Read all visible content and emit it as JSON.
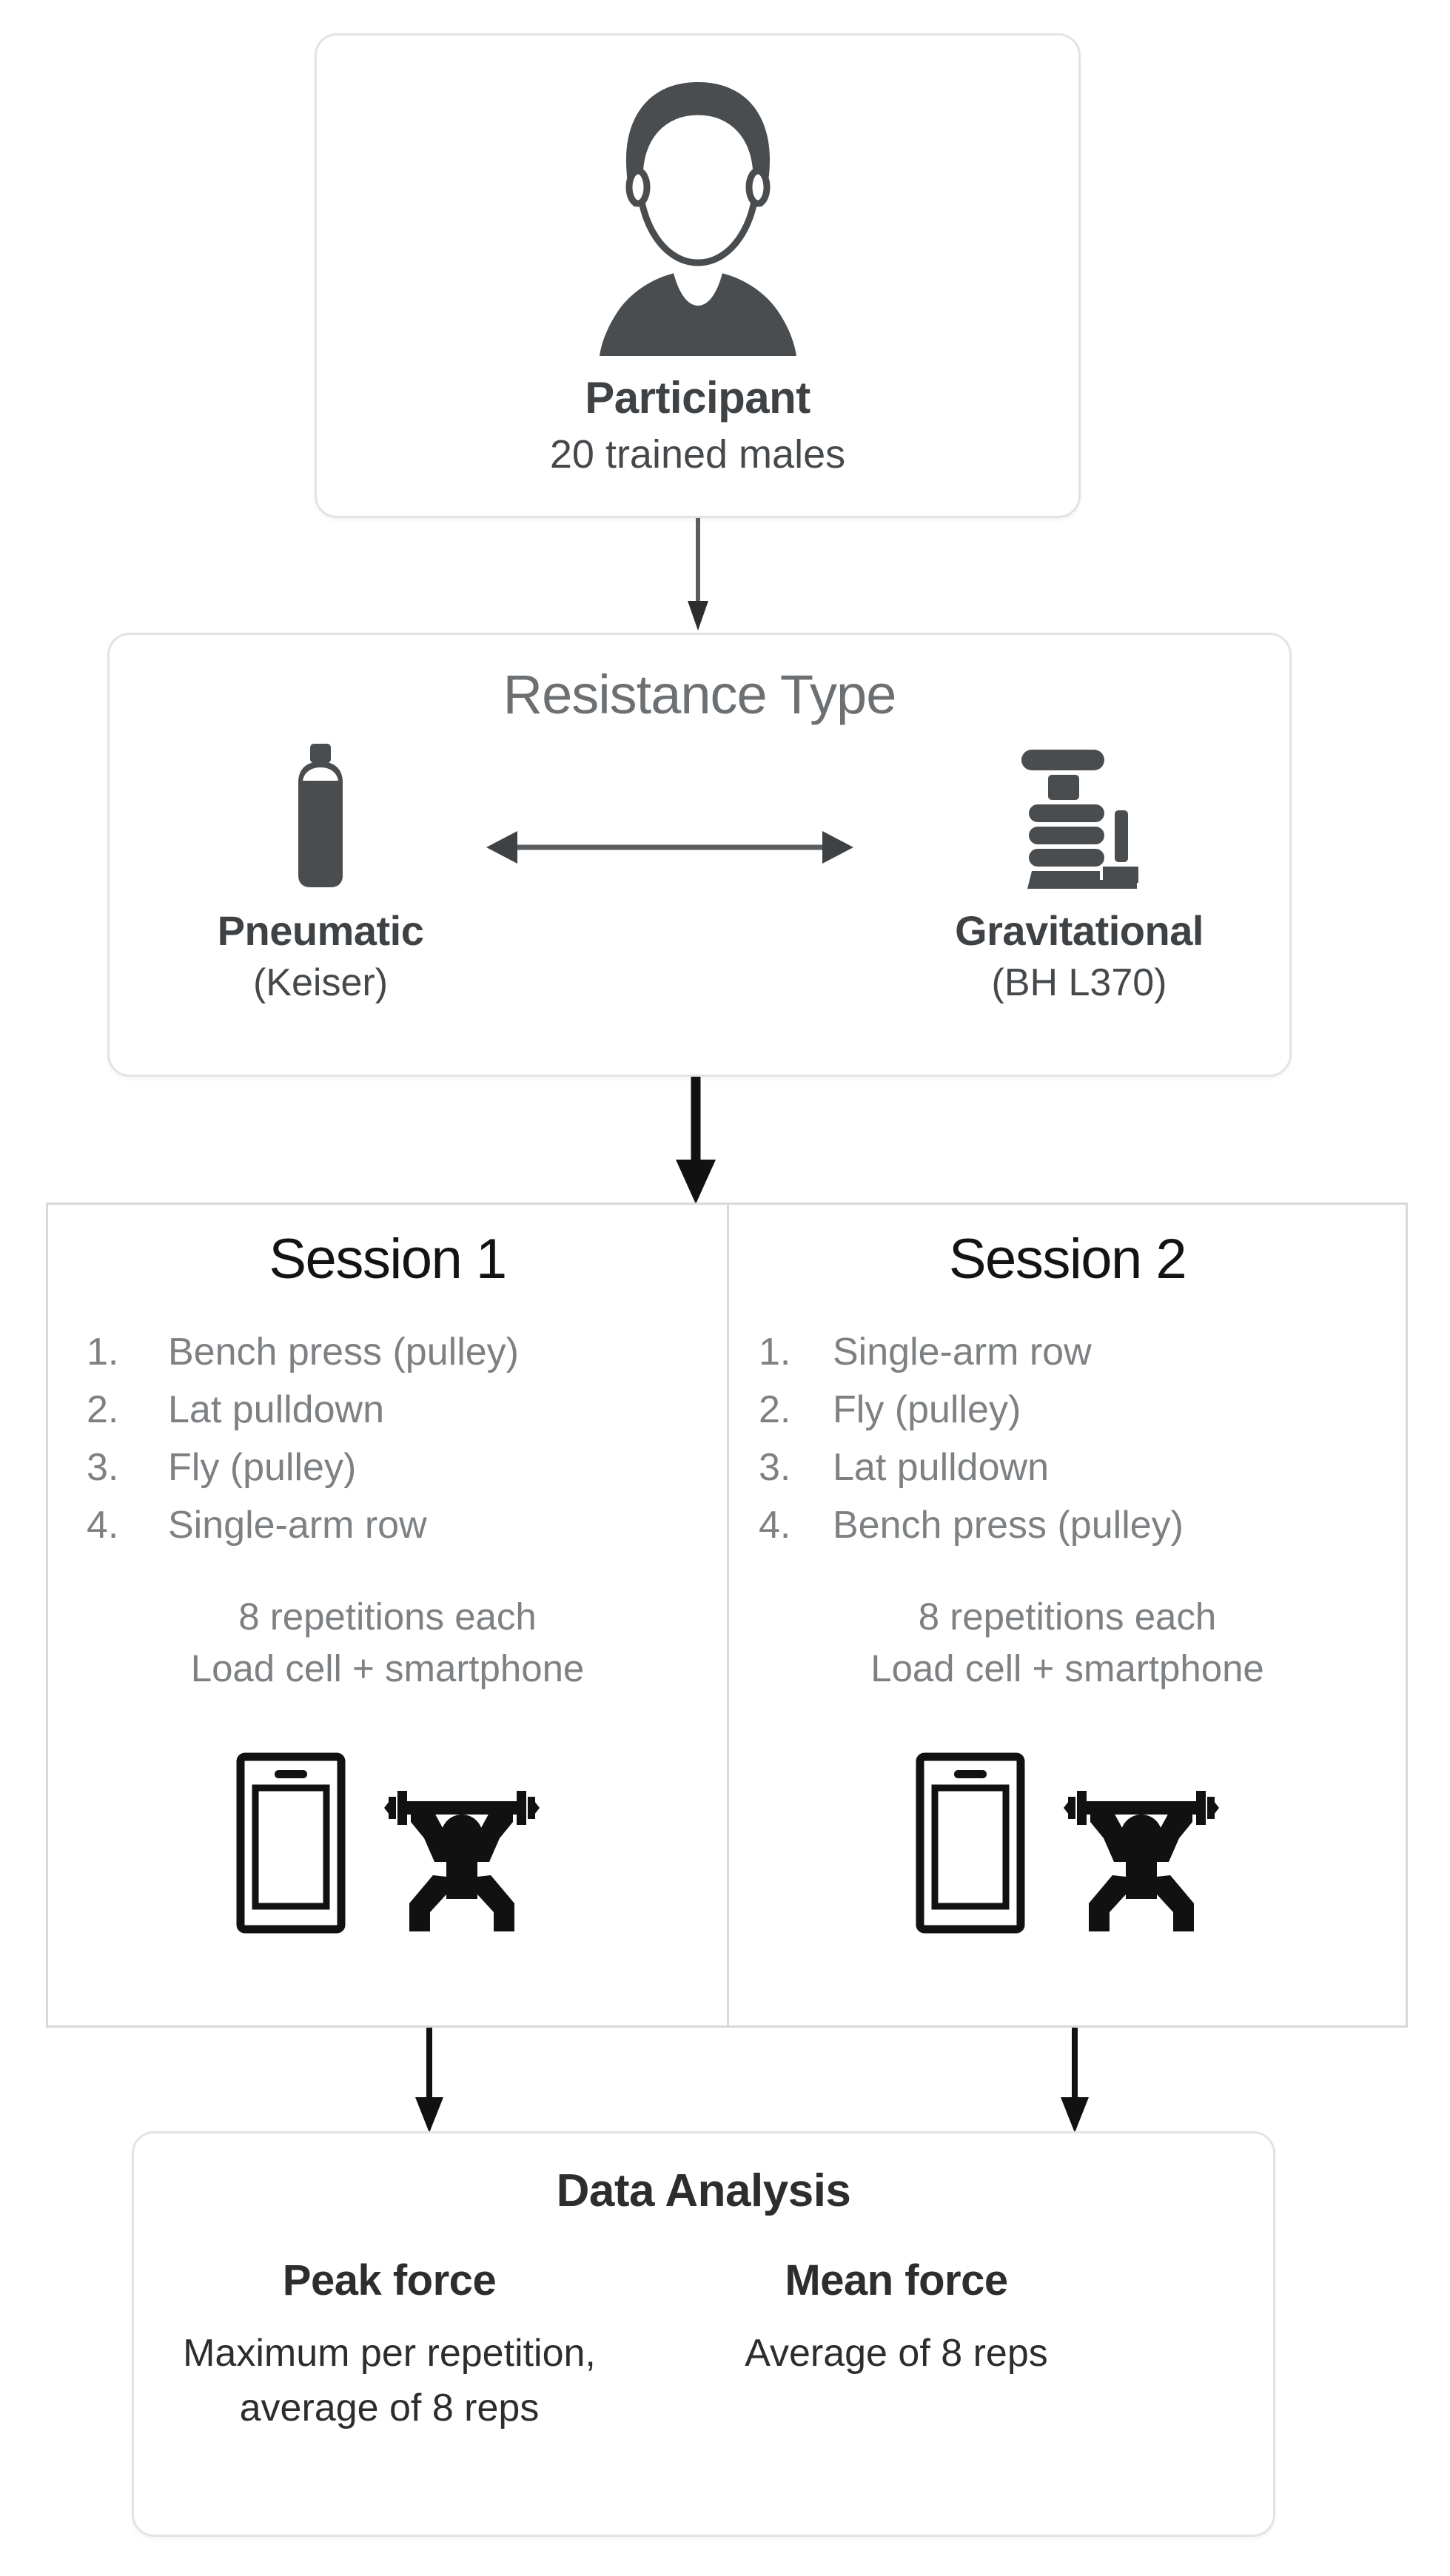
{
  "participant": {
    "icon": "person-avatar-icon",
    "title": "Participant",
    "subtitle": "20 trained males"
  },
  "resistance": {
    "title": "Resistance Type",
    "arrow": "bidirectional-arrow-icon",
    "options": [
      {
        "icon": "gas-cylinder-icon",
        "label": "Pneumatic",
        "sub": "(Keiser)"
      },
      {
        "icon": "weight-stack-icon",
        "label": "Gravitational",
        "sub": "(BH L370)"
      }
    ]
  },
  "sessions": [
    {
      "title": "Session 1",
      "exercises": [
        {
          "num": "1.",
          "name": "Bench press (pulley)"
        },
        {
          "num": "2.",
          "name": "Lat pulldown"
        },
        {
          "num": "3.",
          "name": "Fly (pulley)"
        },
        {
          "num": "4.",
          "name": "Single-arm row"
        }
      ],
      "note_line1": "8 repetitions each",
      "note_line2": "Load cell + smartphone",
      "icons": [
        "smartphone-icon",
        "weightlifter-icon"
      ]
    },
    {
      "title": "Session 2",
      "exercises": [
        {
          "num": "1.",
          "name": "Single-arm row"
        },
        {
          "num": "2.",
          "name": "Fly (pulley)"
        },
        {
          "num": "3.",
          "name": "Lat pulldown"
        },
        {
          "num": "4.",
          "name": "Bench press (pulley)"
        }
      ],
      "note_line1": "8 repetitions each",
      "note_line2": "Load cell + smartphone",
      "icons": [
        "smartphone-icon",
        "weightlifter-icon"
      ]
    }
  ],
  "analysis": {
    "title": "Data Analysis",
    "metrics": [
      {
        "label": "Peak force",
        "desc": "Maximum per repetition, average of 8 reps"
      },
      {
        "label": "Mean force",
        "desc": "Average of 8 reps"
      }
    ]
  },
  "colors": {
    "icon_dark": "#4a4d50",
    "icon_black": "#000000",
    "card_border": "#e3e3e3",
    "session_border": "#d9d9d9",
    "text_dark": "#2b2d2f",
    "text_gray": "#7e8184",
    "title_gray": "#6d7073",
    "arrow_gray": "#5a5d60"
  }
}
